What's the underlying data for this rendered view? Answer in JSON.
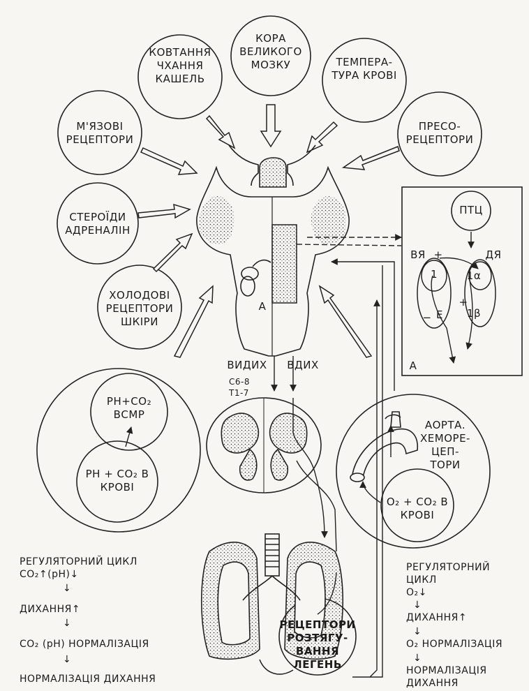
{
  "circles": {
    "cortex": "КОРА ВЕЛИКОГО МОЗКУ",
    "swallowing": "КОВТАННЯ ЧХАННЯ КАШЕЛЬ",
    "temperature": "ТЕМПЕРА- ТУРА КРОВІ",
    "muscle": "М'ЯЗОВІ РЕЦЕПТОРИ",
    "presso": "ПРЕСО- РЕЦЕПТОРИ",
    "steroids": "СТЕРОЇДИ АДРЕНАЛІН",
    "cold": "ХОЛОДОВІ РЕЦЕПТОРИ ШКІРИ",
    "ph_csf": "РН+СО₂ ВСМР",
    "ph_blood": "РН + СО₂ В КРОВІ",
    "aortic": "АОРТА. ХЕМОРЕ- ЦЕП- ТОРИ",
    "o2_blood": "О₂ + СО₂ В КРОВІ",
    "stretch": "РЕЦЕПТОРИ РОЗТЯГУ- ВАННЯ ЛЕГЕНЬ"
  },
  "brainstem": {
    "marker": "А",
    "exhale": "ВИДИХ",
    "inhale": "ВДИХ",
    "segments_c": "С6-8",
    "segments_t": "Т1-7"
  },
  "inset": {
    "ptc": "ПТЦ",
    "vya": "ВЯ",
    "dya": "ДЯ",
    "corner": "А",
    "n1": "1",
    "n1a": "1α",
    "n1b": "1β",
    "e": "Е",
    "plus1": "+",
    "plus2": "+",
    "minus": "−"
  },
  "left_cycle": {
    "title": "РЕГУЛЯТОРНИЙ ЦИКЛ",
    "co2": "СО₂↑(рН)↓",
    "breath": "ДИХАННЯ↑",
    "norm": "СО₂ (рН) НОРМАЛІЗАЦІЯ",
    "result": "НОРМАЛІЗАЦІЯ ДИХАННЯ"
  },
  "right_cycle": {
    "title1": "РЕГУЛЯТОРНИЙ",
    "title2": "ЦИКЛ",
    "o2": "О₂↓",
    "breath": "ДИХАННЯ↑",
    "norm": "О₂ НОРМАЛІЗАЦІЯ",
    "result1": "НОРМАЛІЗАЦІЯ",
    "result2": "ДИХАННЯ"
  }
}
